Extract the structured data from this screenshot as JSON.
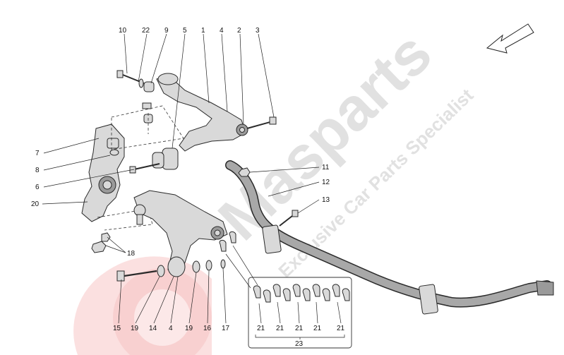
{
  "watermark": {
    "brand": "Masparts",
    "tagline": "Exclusive Car Parts Specialist",
    "brand_color": "#d4d4d4",
    "logo_color": "#f2a3a3"
  },
  "arrow_icon": "direction-arrow-icon",
  "labels": {
    "l1": "1",
    "l2": "2",
    "l3": "3",
    "l4": "4",
    "l4b": "4",
    "l5": "5",
    "l6": "6",
    "l7": "7",
    "l8": "8",
    "l9": "9",
    "l10": "10",
    "l11": "11",
    "l12": "12",
    "l13": "13",
    "l14": "14",
    "l15": "15",
    "l16": "16",
    "l17": "17",
    "l18": "18",
    "l19": "19",
    "l19b": "19",
    "l20": "20",
    "l21a": "21",
    "l21b": "21",
    "l21c": "21",
    "l21d": "21",
    "l21e": "21",
    "l22": "22",
    "l23": "23"
  }
}
